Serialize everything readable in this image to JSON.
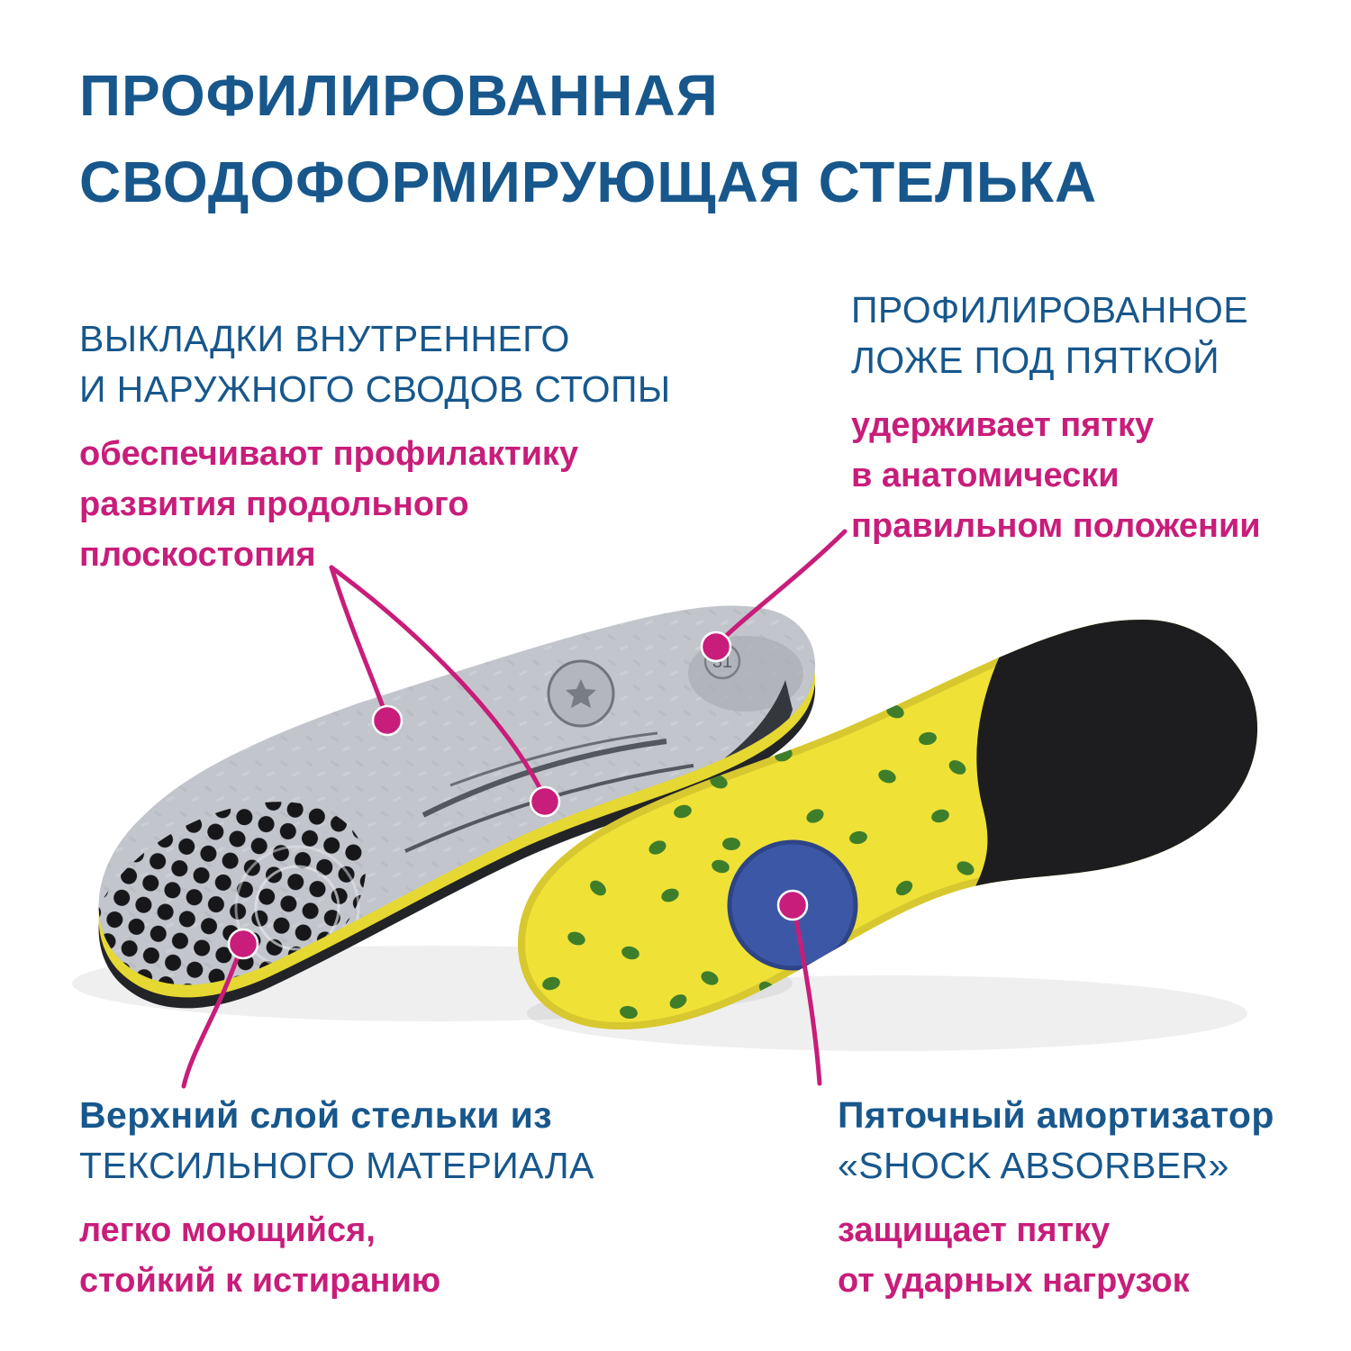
{
  "colors": {
    "heading_blue": "#17578c",
    "accent_magenta": "#c81d7a",
    "background": "#ffffff",
    "insole_top_grey": "#c2c5cb",
    "insole_bottom_yellow": "#efe136",
    "shock_absorber_blue": "#3c57a6",
    "dots_green": "#3e7e2b"
  },
  "title": {
    "line1": "ПРОФИЛИРОВАННАЯ",
    "line2": "СВОДОФОРМИРУЮЩАЯ СТЕЛЬКА"
  },
  "callout_arch": {
    "heading1": "ВЫКЛАДКИ ВНУТРЕННЕГО",
    "heading2": "И НАРУЖНОГО СВОДОВ СТОПЫ",
    "body1": "обеспечивают профилактику",
    "body2": "развития продольного",
    "body3": "плоскостопия"
  },
  "callout_heel_seat": {
    "heading1": "ПРОФИЛИРОВАННОЕ",
    "heading2": "ЛОЖЕ ПОД ПЯТКОЙ",
    "body1": "удерживает пятку",
    "body2": "в анатомически",
    "body3": "правильном положении"
  },
  "callout_textile": {
    "heading1": "Верхний слой стельки из",
    "heading2": "ТЕКСИЛЬНОГО МАТЕРИАЛА",
    "body1": "легко моющийся,",
    "body2": "стойкий к истиранию"
  },
  "callout_shock": {
    "heading1": "Пяточный амортизатор",
    "heading2": "«SHOCK ABSORBER»",
    "body1": "защищает пятку",
    "body2": "от ударных нагрузок"
  },
  "insole_markings": {
    "size_label": "31"
  }
}
